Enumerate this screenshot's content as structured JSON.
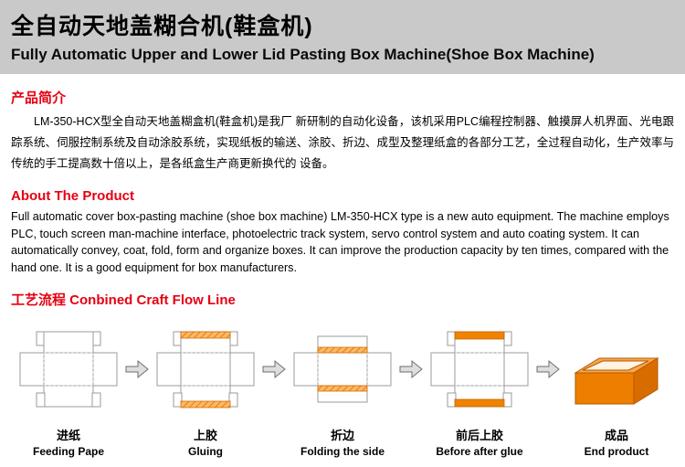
{
  "header": {
    "title_cn": "全自动天地盖糊合机(鞋盒机)",
    "title_en": "Fully Automatic Upper and Lower Lid Pasting Box Machine(Shoe Box Machine)"
  },
  "intro": {
    "heading": "产品简介",
    "body": "LM-350-HCX型全自动天地盖糊盒机(鞋盒机)是我厂 新研制的自动化设备，该机采用PLC编程控制器、触摸屏人机界面、光电跟踪系统、伺服控制系统及自动涂胶系统，实现纸板的输送、涂胶、折边、成型及整理纸盒的各部分工艺，全过程自动化，生产效率与传统的手工提高数十倍以上，是各纸盒生产商更新换代的 设备。"
  },
  "about": {
    "heading": "About The Product",
    "body": "Full automatic cover box-pasting machine (shoe box machine) LM-350-HCX type is a new auto equipment. The machine employs PLC, touch screen man-machine interface, photoelectric track system, servo control system and auto coating system. It can automatically convey, coat, fold, form and organize boxes. It can improve the production capacity by ten times, compared with the hand one. It is a good equipment for box manufacturers."
  },
  "flow": {
    "heading": "工艺流程  Conbined Craft Flow Line",
    "steps": [
      {
        "label_cn": "进纸",
        "label_en": "Feeding Pape"
      },
      {
        "label_cn": "上胶",
        "label_en": "Gluing"
      },
      {
        "label_cn": "折边",
        "label_en": "Folding the side"
      },
      {
        "label_cn": "前后上胶",
        "label_en": "Before after glue"
      },
      {
        "label_cn": "成品",
        "label_en": "End product"
      }
    ]
  },
  "colors": {
    "accent_red": "#e60012",
    "orange": "#ef8200",
    "header_bg": "#c9c9c9"
  },
  "icons": [
    "flow-arrow-icon",
    "box-blank-diagram",
    "box-blank-glued-diagram",
    "box-blank-folded-diagram",
    "box-blank-before-after-glue-diagram",
    "finished-box-diagram"
  ]
}
